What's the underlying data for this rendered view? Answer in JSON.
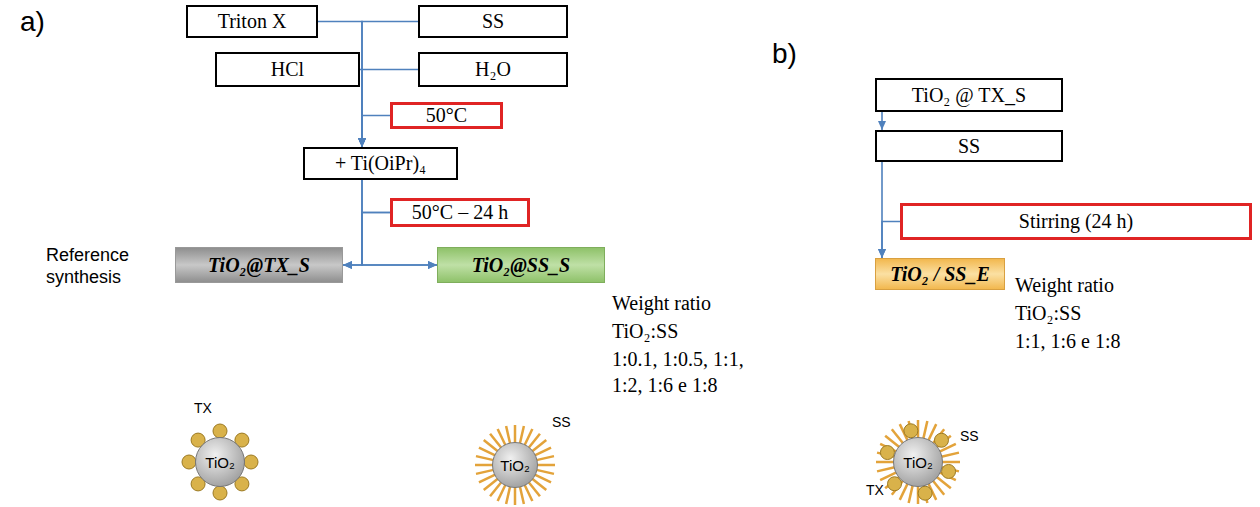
{
  "diagram": {
    "nodes": [
      {
        "text": [
          "Triton X"
        ]
      },
      {
        "text": [
          "SS"
        ]
      },
      {
        "text": [
          "HCl"
        ]
      },
      {
        "text": [
          "H₂O"
        ]
      },
      {
        "text": [
          "50°C"
        ]
      },
      {
        "text": [
          "+ Ti(OiPr)₄"
        ]
      },
      {
        "text": [
          "50°C – 24 h"
        ]
      },
      {
        "text": [
          "TiO₂@TX_S"
        ]
      },
      {
        "text": [
          "TiO₂@SS_S"
        ]
      },
      {
        "text": [
          "TiO₂"
        ]
      },
      {
        "text": [
          "TiO₂"
        ]
      },
      {
        "text": [
          "TiO₂ @ TX_S"
        ]
      },
      {
        "text": [
          "SS"
        ]
      },
      {
        "text": [
          "Stirring (24 h)"
        ]
      },
      {
        "text": [
          "TiO₂ / SS_E"
        ]
      },
      {
        "text": [
          "TiO₂"
        ]
      }
    ],
    "edges": [
      {
        "from": 0,
        "to": 5,
        "arrow": "to"
      },
      {
        "from": 1,
        "to": 5,
        "arrow": "to"
      },
      {
        "from": 2,
        "to": 5,
        "arrow": "to"
      },
      {
        "from": 3,
        "to": 5,
        "arrow": "to"
      },
      {
        "from": 4,
        "to": 5,
        "arrow": "to"
      },
      {
        "from": 5,
        "to": 7,
        "arrow": "to"
      },
      {
        "from": 5,
        "to": 8,
        "arrow": "to"
      },
      {
        "from": 6,
        "to": 7,
        "arrow": "to"
      },
      {
        "from": 6,
        "to": 8,
        "arrow": "to"
      },
      {
        "from": 11,
        "to": 12,
        "arrow": "to"
      },
      {
        "from": 12,
        "to": 14,
        "arrow": "to"
      },
      {
        "from": 13,
        "to": 14,
        "arrow": "to"
      }
    ],
    "labels": [
      "a)",
      "b)",
      "Reference synthesis",
      "TX",
      "SS",
      "Weight ratio",
      "TiO₂:SS",
      "1:0.1, 1:0.5, 1:1, 1:2, 1:6 e 1:8",
      "TX",
      "SS",
      "Weight ratio",
      "TiO₂:SS",
      "1:1, 1:6 e 1:8"
    ]
  }
}
